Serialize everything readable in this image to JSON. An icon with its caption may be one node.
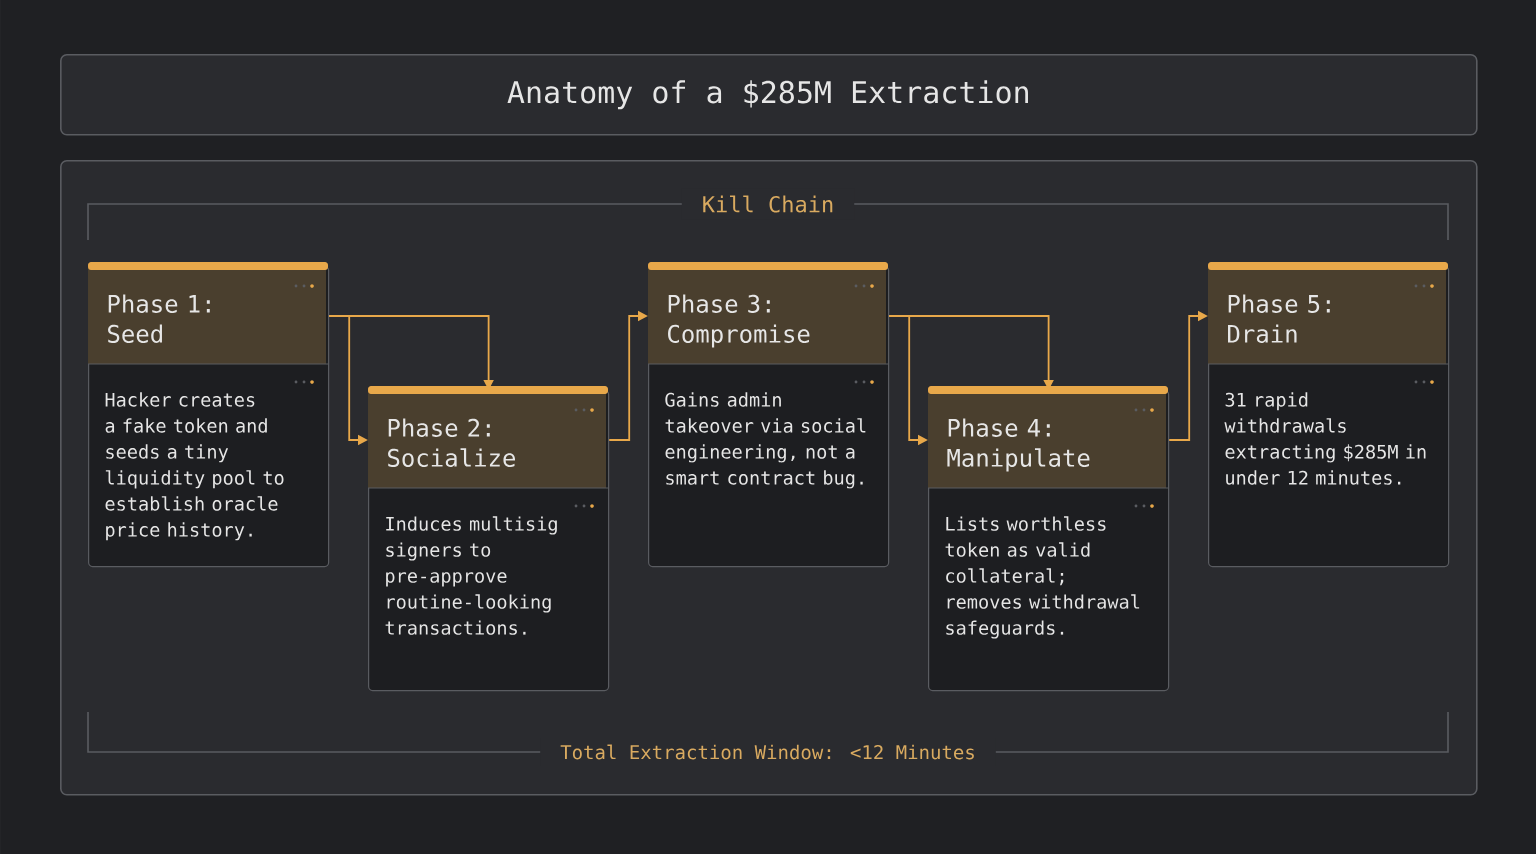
{
  "diagram": {
    "nodes": [
      {
        "text": [
          "Anatomy of a $285M Extraction"
        ]
      },
      {
        "text": [
          "Kill Chain",
          "Total Extraction Window: <12 Minutes"
        ]
      },
      {
        "text": [
          "Phase 1: Seed",
          "Hacker creates a fake token and seeds a tiny liquidity pool to establish oracle price history."
        ],
        "in": 1
      },
      {
        "text": [
          "Phase 2: Socialize",
          "Induces multisig signers to pre-approve routine-looking transactions."
        ],
        "in": 1
      },
      {
        "text": [
          "Phase 3: Compromise",
          "Gains admin takeover via social engineering, not a smart contract bug."
        ],
        "in": 1
      },
      {
        "text": [
          "Phase 4: Manipulate",
          "Lists worthless token as valid collateral; removes withdrawal safeguards."
        ],
        "in": 1
      },
      {
        "text": [
          "Phase 5: Drain",
          "31 rapid withdrawals extracting $285M in under 12 minutes."
        ],
        "in": 1
      }
    ],
    "edges": [
      {
        "from": 2,
        "to": 3,
        "arrow": "to"
      },
      {
        "from": 2,
        "to": 3,
        "arrow": "to"
      },
      {
        "from": 3,
        "to": 4,
        "arrow": "to"
      },
      {
        "from": 4,
        "to": 5,
        "arrow": "to"
      },
      {
        "from": 4,
        "to": 5,
        "arrow": "to"
      },
      {
        "from": 5,
        "to": 6,
        "arrow": "to"
      }
    ]
  }
}
